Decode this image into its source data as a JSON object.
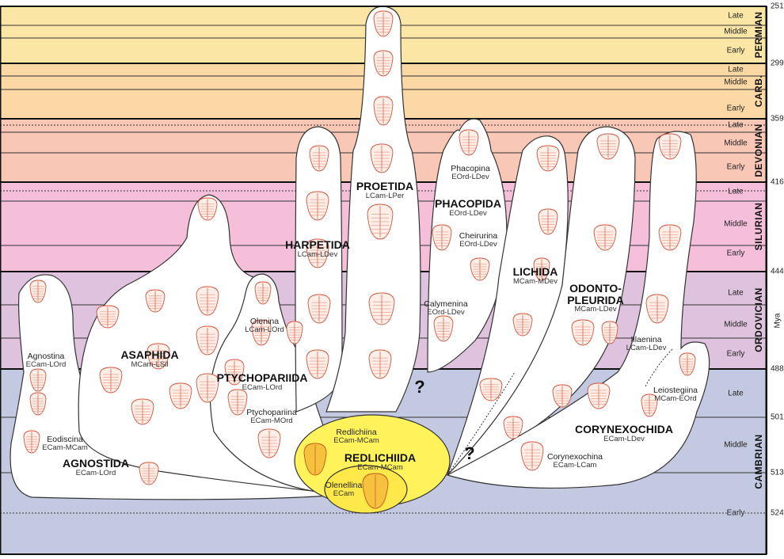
{
  "periods": [
    {
      "name": "PERMIAN",
      "color": "#fbe6a6",
      "stages": [
        "Late",
        "Middle",
        "Early"
      ]
    },
    {
      "name": "CARB.",
      "color": "#fcd9a4",
      "stages": [
        "Late",
        "Middle",
        "Early"
      ]
    },
    {
      "name": "DEVONIAN",
      "color": "#f9c7b6",
      "stages": [
        "Late",
        "Middle",
        "Early"
      ]
    },
    {
      "name": "SILURIAN",
      "color": "#f6bfd9",
      "stages": [
        "Late",
        "Middle",
        "Early"
      ]
    },
    {
      "name": "ORDOVICIAN",
      "color": "#dfc2dd",
      "stages": [
        "Late",
        "Middle",
        "Early"
      ]
    },
    {
      "name": "CAMBRIAN",
      "color": "#c4c9e2",
      "stages": [
        "Late",
        "Middle",
        "Early"
      ]
    }
  ],
  "ages": [
    "251",
    "299",
    "359",
    "416",
    "444",
    "488",
    "501",
    "513",
    "524"
  ],
  "axis_label": "Mya",
  "orders": {
    "agnostida": {
      "name": "AGNOSTIDA",
      "range": "ECam-LOrd"
    },
    "asaphida": {
      "name": "ASAPHIDA",
      "range": "MCam-LSil"
    },
    "ptychopariida": {
      "name": "PTYCHOPARIIDA",
      "range": "ECam-LOrd"
    },
    "harpetida": {
      "name": "HARPETIDA",
      "range": "LCam-LDev"
    },
    "proetida": {
      "name": "PROETIDA",
      "range": "LCam-LPer"
    },
    "phacopida": {
      "name": "PHACOPIDA",
      "range": "EOrd-LDev"
    },
    "lichida": {
      "name": "LICHIDA",
      "range": "MCam-MDev"
    },
    "odontopleurida": {
      "name": "ODONTO-\nPLEURIDA",
      "range": "MCam-LDev"
    },
    "corynexochida": {
      "name": "CORYNEXOCHIDA",
      "range": "ECam-LDev"
    },
    "redlichiida": {
      "name": "REDLICHIIDA",
      "range": "ECam-MCam"
    }
  },
  "suborders": {
    "agnostina": {
      "name": "Agnostina",
      "range": "ECam-LOrd"
    },
    "eodiscina": {
      "name": "Eodiscina",
      "range": "ECam-MCam"
    },
    "olenina": {
      "name": "Olenina",
      "range": "LCam-LOrd"
    },
    "ptychopariina": {
      "name": "Ptychopariina",
      "range": "ECam-MOrd"
    },
    "phacopina": {
      "name": "Phacopina",
      "range": "EOrd-LDev"
    },
    "cheirurina": {
      "name": "Cheirurina",
      "range": "EOrd-LDev"
    },
    "calymenina": {
      "name": "Calymenina",
      "range": "EOrd-LDev"
    },
    "illaenina": {
      "name": "Illaenina",
      "range": "LCam-LDev"
    },
    "leiostegiina": {
      "name": "Leiostegiina",
      "range": "MCam-EOrd"
    },
    "corynexochina": {
      "name": "Corynexochina",
      "range": "ECam-LCam"
    },
    "redlichiina": {
      "name": "Redlichiina",
      "range": "ECam-MCam"
    },
    "olenellina": {
      "name": "Olenellina",
      "range": "ECam"
    }
  },
  "question_marks": [
    "?",
    "?"
  ]
}
